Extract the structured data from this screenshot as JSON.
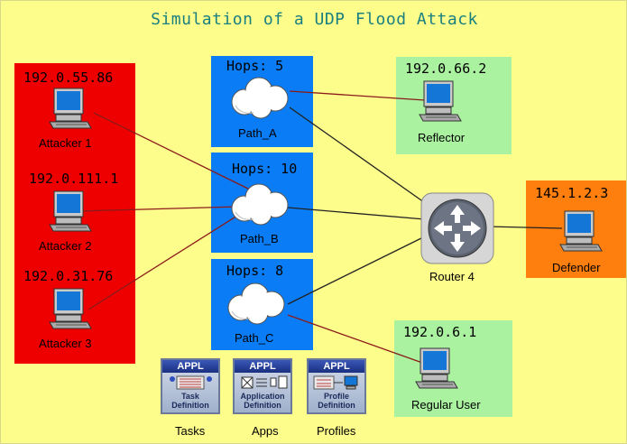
{
  "title": "Simulation of a UDP Flood Attack",
  "attackers": [
    {
      "ip": "192.0.55.86",
      "label": "Attacker 1"
    },
    {
      "ip": "192.0.111.1",
      "label": "Attacker 2"
    },
    {
      "ip": "192.0.31.76",
      "label": "Attacker 3"
    }
  ],
  "paths": [
    {
      "hops": "Hops: 5",
      "label": "Path_A"
    },
    {
      "hops": "Hops: 10",
      "label": "Path_B"
    },
    {
      "hops": "Hops: 8",
      "label": "Path_C"
    }
  ],
  "reflector": {
    "ip": "192.0.66.2",
    "label": "Reflector"
  },
  "router": {
    "label": "Router 4"
  },
  "defender": {
    "ip": "145.1.2.3",
    "label": "Defender"
  },
  "regular_user": {
    "ip": "192.0.6.1",
    "label": "Regular User"
  },
  "config_objects": [
    {
      "badge": "APPL",
      "line1": "Task",
      "line2": "Definition",
      "label": "Tasks"
    },
    {
      "badge": "APPL",
      "line1": "Application",
      "line2": "Definition",
      "label": "Apps"
    },
    {
      "badge": "APPL",
      "line1": "Profile",
      "line2": "Definition",
      "label": "Profiles"
    }
  ],
  "colors": {
    "background": "#fdfd8c",
    "attacker_zone": "#ee0000",
    "path_zone": "#0a7cf5",
    "reflector_zone": "#aaf2a0",
    "defender_zone": "#ff7f0e",
    "link_red": "#8b1a1a",
    "link_dark": "#222222"
  },
  "icons": {
    "workstation": "workstation-icon",
    "cloud": "cloud-icon",
    "router": "router-icon",
    "appl": "appl-config-icon"
  }
}
